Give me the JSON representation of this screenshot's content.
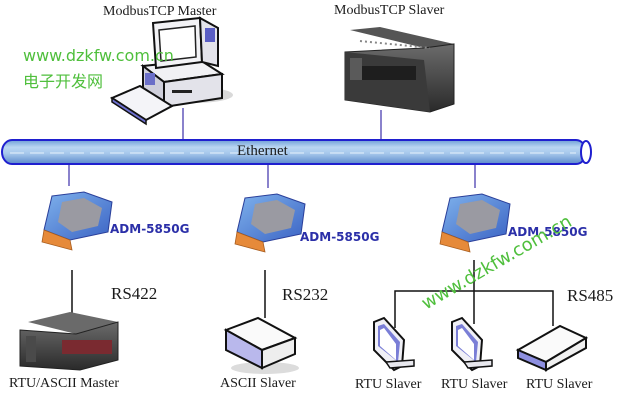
{
  "diagram": {
    "title": "Modbus gateway network topology",
    "bus": {
      "label": "Ethernet"
    },
    "top_nodes": [
      {
        "label": "ModbusTCP Master",
        "icon": "desktop-computer-icon"
      },
      {
        "label": "ModbusTCP Slaver",
        "icon": "plc-device-icon"
      }
    ],
    "gateways": [
      {
        "label": "ADM-5850G",
        "icon": "gateway-module-icon",
        "link": "RS422"
      },
      {
        "label": "ADM-5850G",
        "icon": "gateway-module-icon",
        "link": "RS232"
      },
      {
        "label": "ADM-5850G",
        "icon": "gateway-module-icon",
        "link": "RS485"
      }
    ],
    "bottom_nodes": [
      {
        "label": "RTU/ASCII Master",
        "icon": "plc-device-icon"
      },
      {
        "label": "ASCII Slaver",
        "icon": "box-device-icon"
      },
      {
        "label": "RTU Slaver",
        "icon": "monitor-icon"
      },
      {
        "label": "RTU Slaver",
        "icon": "monitor-icon"
      },
      {
        "label": "RTU Slaver",
        "icon": "box-device-icon"
      }
    ],
    "colors": {
      "bus_fill": "#9cc3e8",
      "bus_stroke": "#1f1fcf",
      "gateway_label": "#2b2fa8",
      "watermark": "#4fbf3c"
    }
  },
  "watermark": {
    "url": "www.dzkfw.com.cn",
    "site_name": "电子开发网",
    "diagonal_url": "www.dzkfw.com.cn"
  }
}
